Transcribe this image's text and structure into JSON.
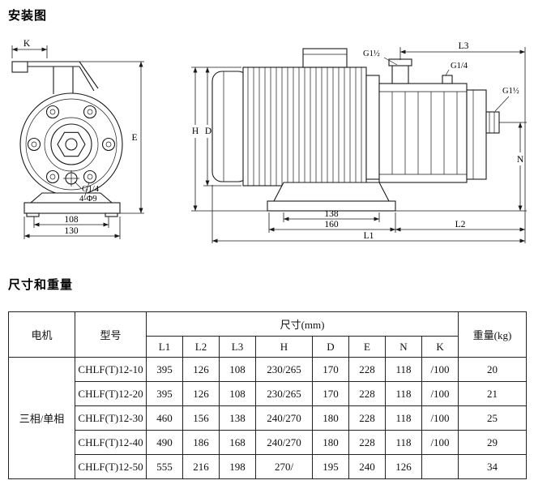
{
  "page": {
    "section1_title": "安装图",
    "section2_title": "尺寸和重量"
  },
  "drawing": {
    "front": {
      "K": "K",
      "E": "E",
      "g14": "G1/4",
      "holes": "4-Φ9",
      "w108": "108",
      "w130": "130"
    },
    "side": {
      "H": "H",
      "D": "D",
      "L1": "L1",
      "L2": "L2",
      "L3": "L3",
      "N": "N",
      "w138": "138",
      "w160": "160",
      "g112_top": "G1½",
      "g14": "G1/4",
      "g112_right": "G1½"
    }
  },
  "table": {
    "header": {
      "motor": "电机",
      "model": "型号",
      "size_group": "尺寸(mm)",
      "size_cols": [
        "L1",
        "L2",
        "L3",
        "H",
        "D",
        "E",
        "N",
        "K"
      ],
      "weight": "重量(kg)"
    },
    "motor_type": "三相/单相",
    "rows": [
      {
        "model": "CHLF(T)12-10",
        "L1": "395",
        "L2": "126",
        "L3": "108",
        "H": "230/265",
        "D": "170",
        "E": "228",
        "N": "118",
        "K": "/100",
        "weight": "20"
      },
      {
        "model": "CHLF(T)12-20",
        "L1": "395",
        "L2": "126",
        "L3": "108",
        "H": "230/265",
        "D": "170",
        "E": "228",
        "N": "118",
        "K": "/100",
        "weight": "21"
      },
      {
        "model": "CHLF(T)12-30",
        "L1": "460",
        "L2": "156",
        "L3": "138",
        "H": "240/270",
        "D": "180",
        "E": "228",
        "N": "118",
        "K": "/100",
        "weight": "25"
      },
      {
        "model": "CHLF(T)12-40",
        "L1": "490",
        "L2": "186",
        "L3": "168",
        "H": "240/270",
        "D": "180",
        "E": "228",
        "N": "118",
        "K": "/100",
        "weight": "29"
      },
      {
        "model": "CHLF(T)12-50",
        "L1": "555",
        "L2": "216",
        "L3": "198",
        "H": "270/",
        "D": "195",
        "E": "240",
        "N": "126",
        "K": "",
        "weight": "34"
      }
    ]
  }
}
